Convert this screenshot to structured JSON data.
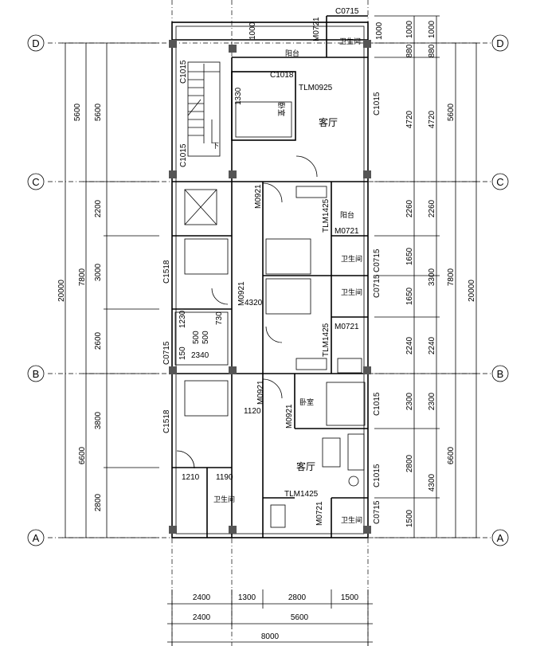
{
  "axes": {
    "left": [
      "D",
      "C",
      "B",
      "A"
    ],
    "right": [
      "D",
      "C",
      "B",
      "A"
    ]
  },
  "dimensions": {
    "left_outer": [
      "20000"
    ],
    "left_mid": [
      "7800",
      "6600"
    ],
    "left_5600a": "5600",
    "left_5600b": "5600",
    "left_inner": [
      "2200",
      "3000",
      "2600",
      "3800",
      "2800"
    ],
    "right_inner": [
      "1000",
      "880",
      "4720",
      "2260",
      "1650",
      "1650",
      "2240",
      "2300",
      "2800",
      "1500"
    ],
    "right_mid": [
      "1000",
      "880",
      "4720",
      "2260",
      "3300",
      "2240",
      "2300",
      "4300"
    ],
    "right_outer_a": [
      "5600",
      "7800",
      "6600"
    ],
    "right_outer_b": [
      "20000"
    ],
    "bottom_row1": [
      "2400",
      "1300",
      "2800",
      "1500"
    ],
    "bottom_row2": [
      "2400",
      "5600"
    ],
    "bottom_row3": [
      "8000"
    ]
  },
  "labels": {
    "c0715_top": "C0715",
    "m0721_top": "M0721",
    "wc_top": "卫生间",
    "d1000_a": "1000",
    "d1000_b": "1000",
    "balcony_top": "阳台",
    "c1015_stair_a": "C1015",
    "c1015_stair_b": "C1015",
    "c1018": "C1018",
    "tlm0925": "TLM0925",
    "d1330": "1330",
    "bedroom_top": "卧室",
    "living_top": "客厅",
    "c1015_right_top": "C1015",
    "stair_down": "下",
    "m0921_a": "M0921",
    "balcony_mid": "阳台",
    "tlm1425_a": "TLM1425",
    "m0721_a": "M0721",
    "wc_mid1": "卫生间",
    "c0715_r1": "C0715",
    "c1518_a": "C1518",
    "m0921_b": "M0921",
    "d4320": "4320",
    "wc_mid2": "卫生间",
    "c0715_r2": "C0715",
    "d1230": "1230",
    "d730": "730",
    "d500a": "500",
    "d500b": "500",
    "d2340": "2340",
    "d150": "150",
    "c0715_left": "C0715",
    "tlm1425_b": "TLM1425",
    "m0721_b": "M0721",
    "m0921_c": "M0921",
    "d1120": "1120",
    "m0921_d": "M0921",
    "bedroom_low": "卧室",
    "c1015_r3": "C1015",
    "c1518_b": "C1518",
    "living_low": "客厅",
    "c1015_r4": "C1015",
    "d1210": "1210",
    "d1190": "1190",
    "tlm1425_c": "TLM1425",
    "m0721_c": "M0721",
    "wc_low_left": "卫生间",
    "wc_low_right": "卫生间",
    "c0715_r3": "C0715"
  },
  "colors": {
    "line": "#000000",
    "column": "#555555"
  }
}
